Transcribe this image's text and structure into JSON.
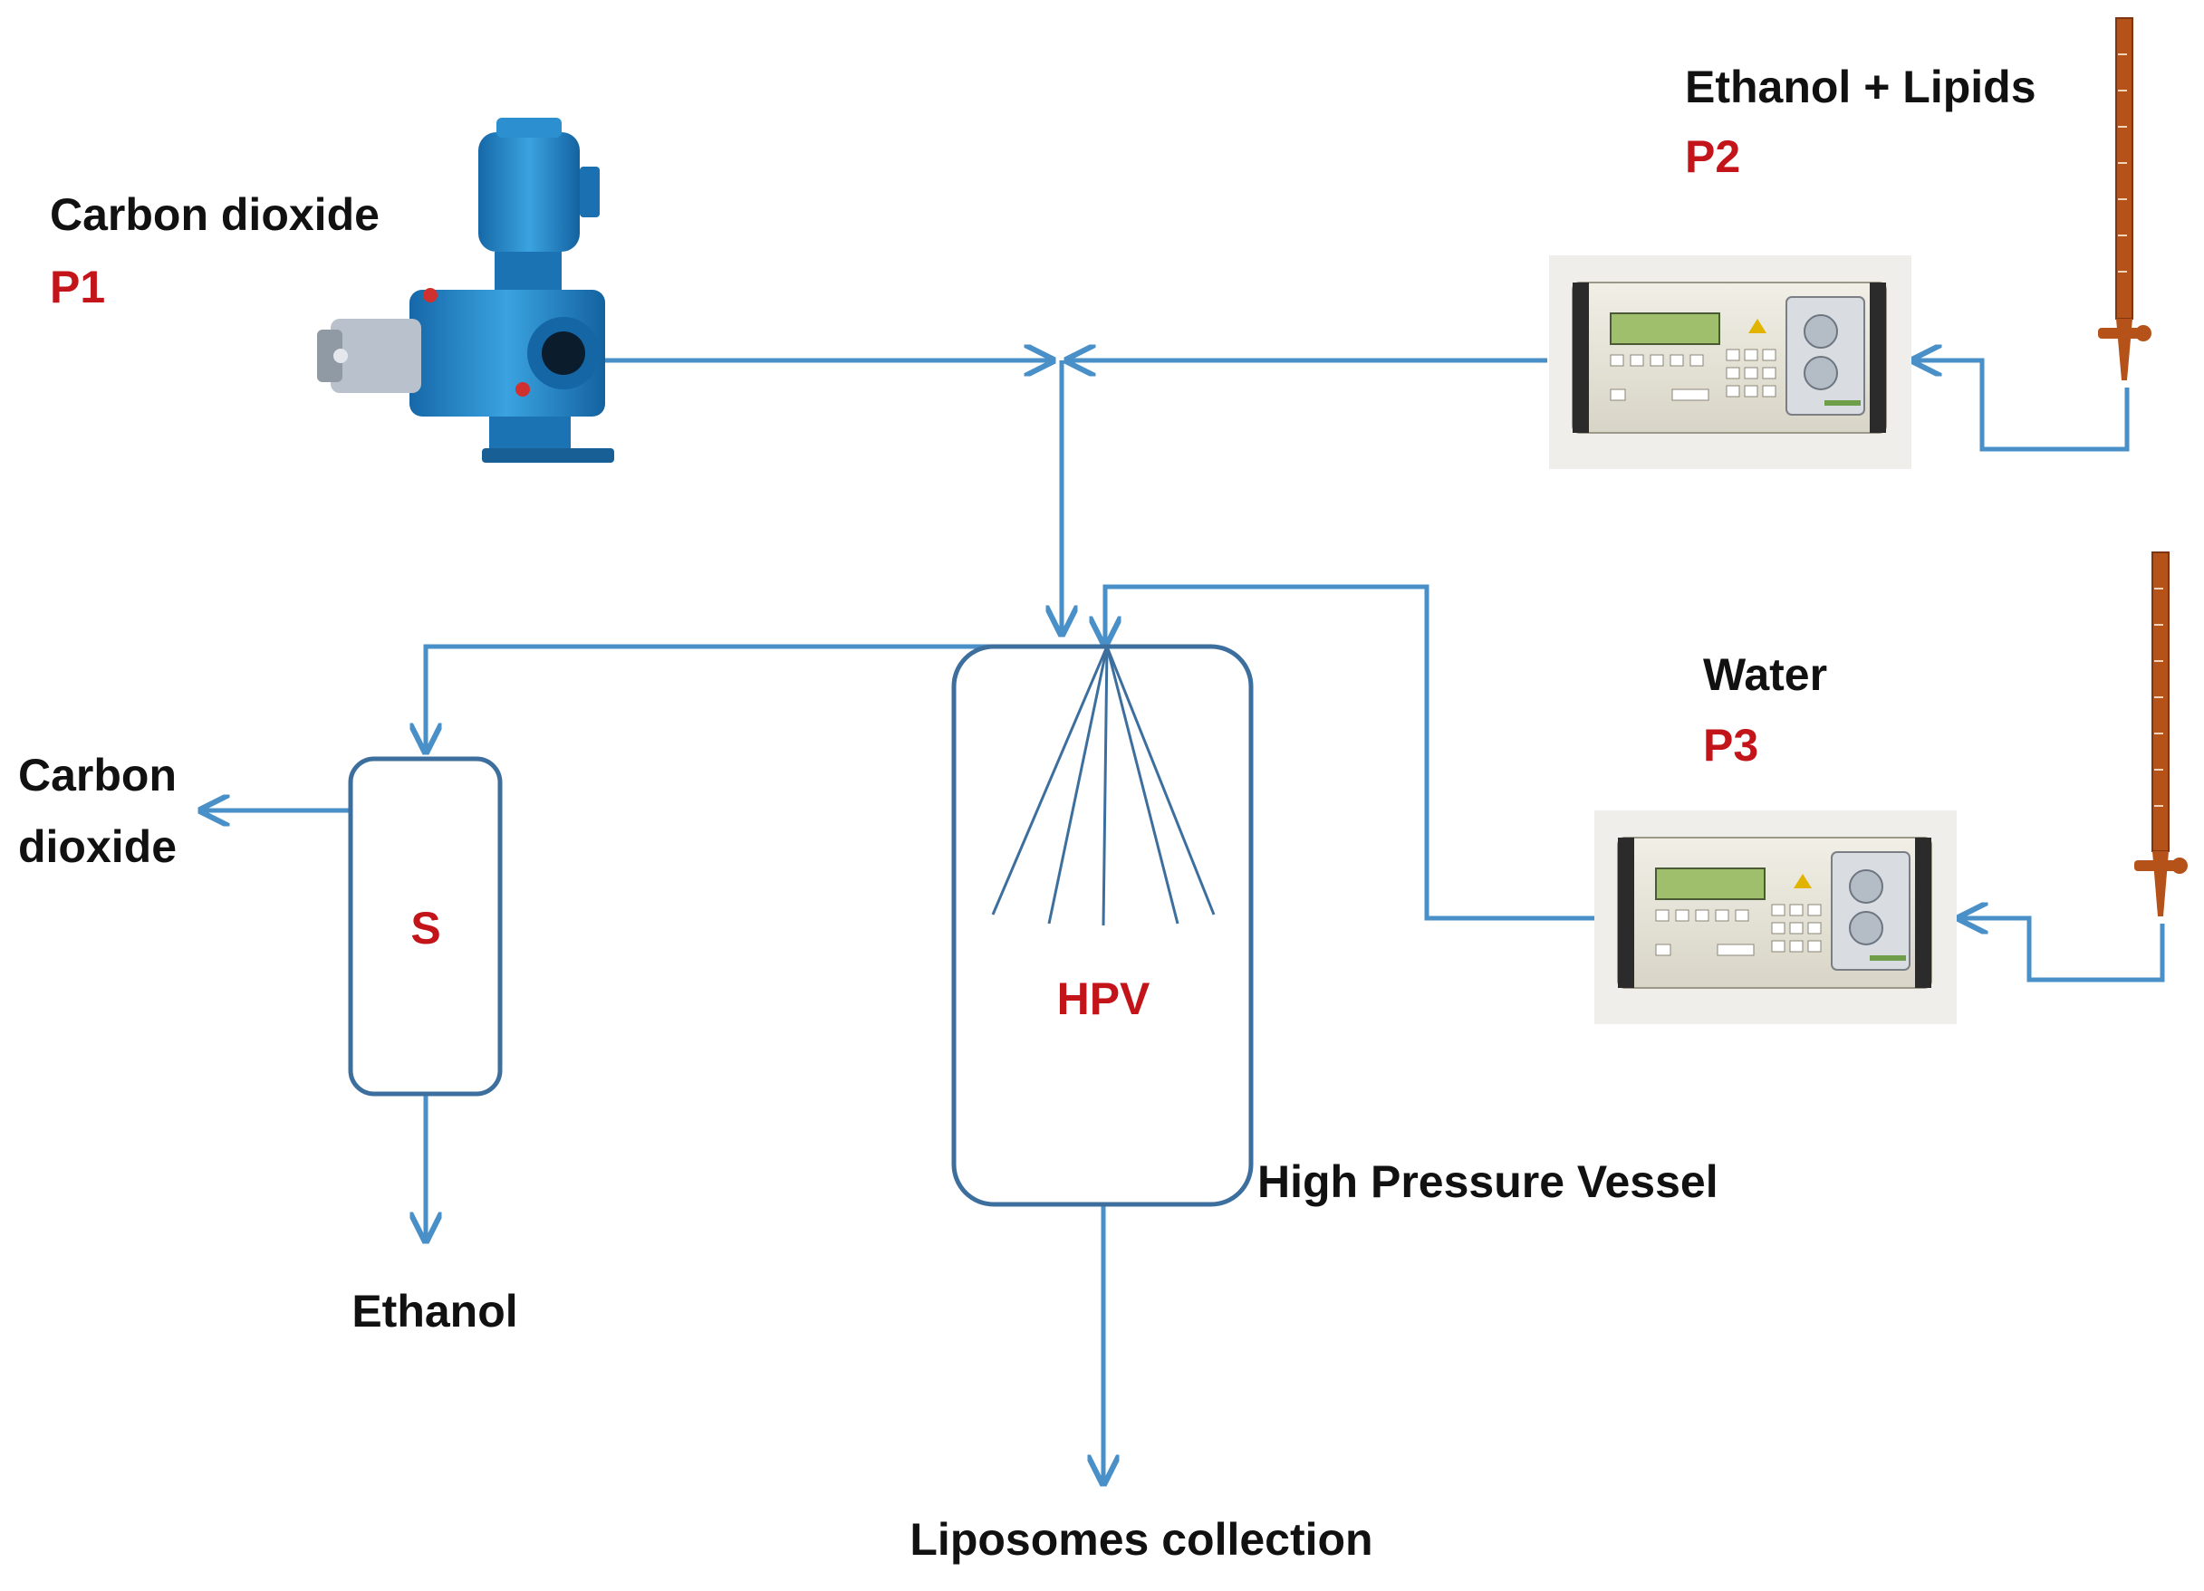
{
  "labels": {
    "co2_source": "Carbon dioxide",
    "p1": "P1",
    "ethanol_lipids": "Ethanol + Lipids",
    "p2": "P2",
    "water": "Water",
    "p3": "P3",
    "co2_out_line1": "Carbon",
    "co2_out_line2": "dioxide",
    "separator": "S",
    "hpv": "HPV",
    "hpv_full": "High Pressure Vessel",
    "ethanol_out": "Ethanol",
    "liposomes": "Liposomes collection"
  },
  "colors": {
    "flow_line": "#4a90c8",
    "vessel_outline": "#3d6f9e",
    "pump_tag": "#c3141a",
    "burette": "#b5521a",
    "co2_pump_body": "#1f7fc2"
  },
  "icons": {
    "co2_pump": "diaphragm-pump-icon",
    "hplc_pump": "hplc-pump-icon",
    "burette": "burette-icon"
  }
}
